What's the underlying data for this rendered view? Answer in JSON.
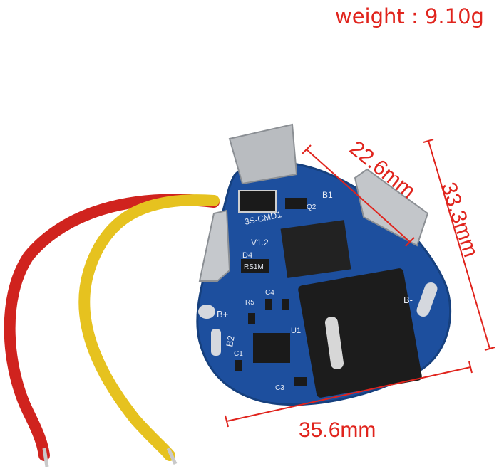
{
  "header": {
    "weight_label": "weight : 9.10g"
  },
  "dimensions": {
    "diagonal": "22.6mm",
    "height": "33.3mm",
    "width": "35.6mm"
  },
  "board": {
    "silkscreen": {
      "model": "3S-CMD1",
      "version": "V1.2",
      "b_plus": "B+",
      "b_minus": "B-",
      "b1": "B1",
      "b2": "B2",
      "u1": "U1",
      "q2": "Q2",
      "d4": "D4",
      "r5": "R5",
      "c4": "C4",
      "c1": "C1",
      "c3": "C3",
      "resistor": "RS1M"
    }
  },
  "colors": {
    "annotation": "#e0241d",
    "pcb": "#1d4f9e",
    "wire_red": "#d0231e",
    "wire_yellow": "#e6c21f"
  }
}
